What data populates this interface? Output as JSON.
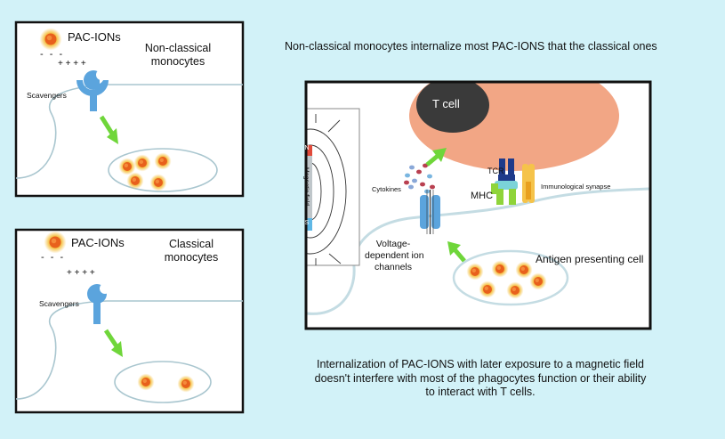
{
  "colors": {
    "background": "#d2f2f8",
    "panel_border": "#111111",
    "cell_line": "#a9c6cf",
    "receptor_blue": "#5ba4dd",
    "arrow_green": "#6fd63a",
    "tcell_outer": "#f2a685",
    "tcell_nucleus": "#3a3a3a",
    "magnet_north": "#e04a3a",
    "magnet_south": "#5fb8e6",
    "particle_core": "#e8601c",
    "particle_halo": "#f2c64a"
  },
  "panel_top_left": {
    "particle_label": "PAC-IONs",
    "cell_type_line1": "Non-classical",
    "cell_type_line2": "monocytes",
    "receptor_label": "Scavengers",
    "charges_top": "+ + + +",
    "charges_side": "- - -",
    "internal_particle_count": 5
  },
  "panel_bottom_left": {
    "particle_label": "PAC-IONs",
    "cell_type_line1": "Classical",
    "cell_type_line2": "monocytes",
    "receptor_label": "Scavengers",
    "charges_top": "+ + + +",
    "charges_side": "- - -",
    "internal_particle_count": 2
  },
  "top_caption": "Non-classical monocytes internalize most PAC-IONS that the classical ones",
  "center_panel": {
    "tcell_label": "T cell",
    "tcr_label": "TCR",
    "mhc_label": "MHC",
    "synapse_label": "Immunological synapse",
    "cytokines_label": "Cytokines",
    "magnet_north": "N",
    "magnet_south": "S",
    "magnet_label": "Magnetic field",
    "channels_line1": "Voltage-",
    "channels_line2": "dependent ion",
    "channels_line3": "channels",
    "apc_label": "Antigen presenting cell",
    "internal_particle_count": 6
  },
  "bottom_caption": {
    "line1": "Internalization of PAC-IONS with later exposure to a magnetic field",
    "line2": "doesn't interfere with most of the phagocytes function or their ability",
    "line3": "to interact with T cells."
  }
}
